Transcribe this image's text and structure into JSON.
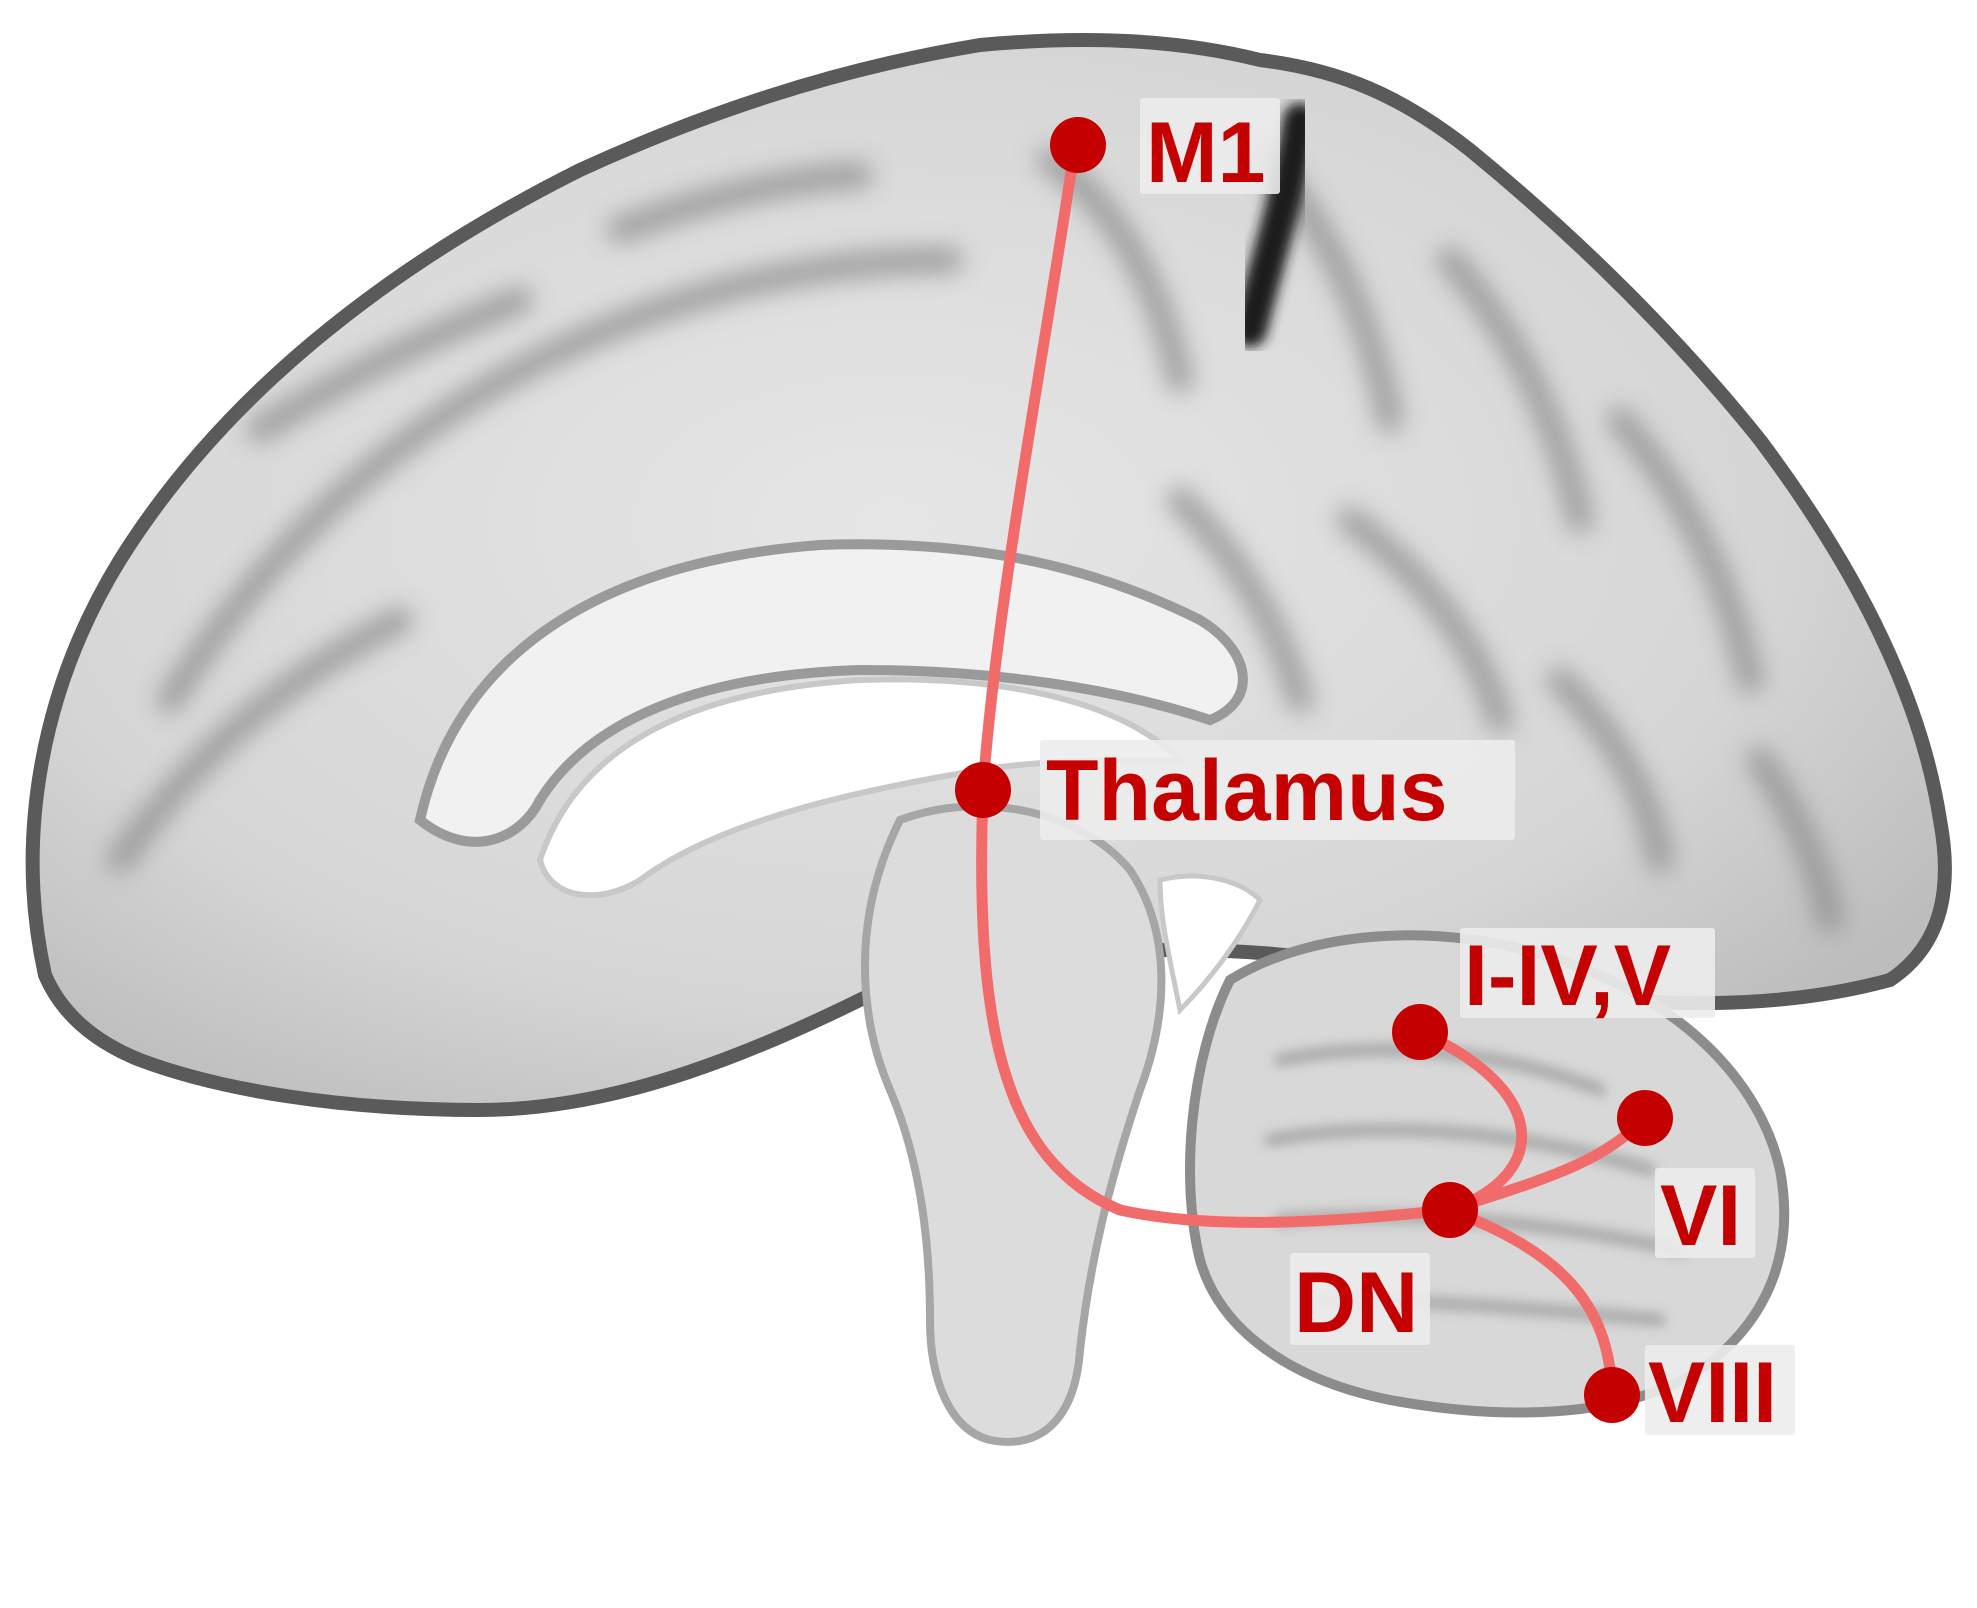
{
  "diagram": {
    "colors": {
      "pathway": "#f26b6b",
      "node": "#c40000",
      "label_text": "#c40000",
      "label_bg": "#ececec",
      "brain_light": "#e3e3e3",
      "brain_mid": "#c4c4c4",
      "brain_dark": "#6c6c6c"
    },
    "nodes": {
      "m1": "M1",
      "thalamus": "Thalamus",
      "lobule_1_5": "I-IV,V",
      "lobule_6": "VI",
      "dn": "DN",
      "lobule_8": "VIII"
    }
  }
}
